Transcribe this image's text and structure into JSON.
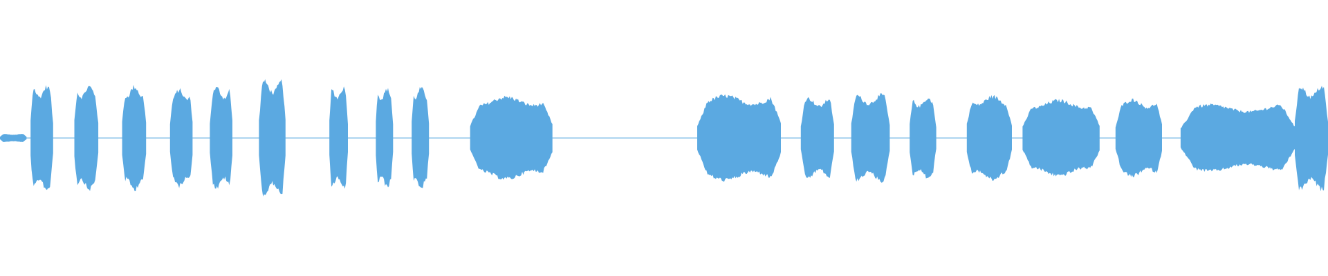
{
  "chart_data": {
    "type": "area",
    "color": "#5ba9e1",
    "baseline": 0,
    "ylim": [
      -1,
      1
    ],
    "xlim": [
      0,
      1
    ],
    "segments": [
      {
        "start": 0.0,
        "end": 0.02,
        "amp": 0.06
      },
      {
        "start": 0.023,
        "end": 0.04,
        "amp": 0.78
      },
      {
        "start": 0.056,
        "end": 0.074,
        "amp": 0.78
      },
      {
        "start": 0.092,
        "end": 0.11,
        "amp": 0.78
      },
      {
        "start": 0.128,
        "end": 0.145,
        "amp": 0.73
      },
      {
        "start": 0.158,
        "end": 0.175,
        "amp": 0.76
      },
      {
        "start": 0.195,
        "end": 0.215,
        "amp": 0.86
      },
      {
        "start": 0.248,
        "end": 0.262,
        "amp": 0.76
      },
      {
        "start": 0.283,
        "end": 0.296,
        "amp": 0.74
      },
      {
        "start": 0.31,
        "end": 0.323,
        "amp": 0.76
      },
      {
        "start": 0.354,
        "end": 0.416,
        "amp": 0.62
      },
      {
        "start": 0.525,
        "end": 0.588,
        "amp": 0.64
      },
      {
        "start": 0.603,
        "end": 0.628,
        "amp": 0.6
      },
      {
        "start": 0.641,
        "end": 0.67,
        "amp": 0.65
      },
      {
        "start": 0.685,
        "end": 0.705,
        "amp": 0.6
      },
      {
        "start": 0.728,
        "end": 0.762,
        "amp": 0.63
      },
      {
        "start": 0.77,
        "end": 0.828,
        "amp": 0.57
      },
      {
        "start": 0.84,
        "end": 0.875,
        "amp": 0.58
      },
      {
        "start": 0.889,
        "end": 0.975,
        "amp": 0.5
      },
      {
        "start": 0.975,
        "end": 1.0,
        "amp": 0.78
      }
    ]
  }
}
